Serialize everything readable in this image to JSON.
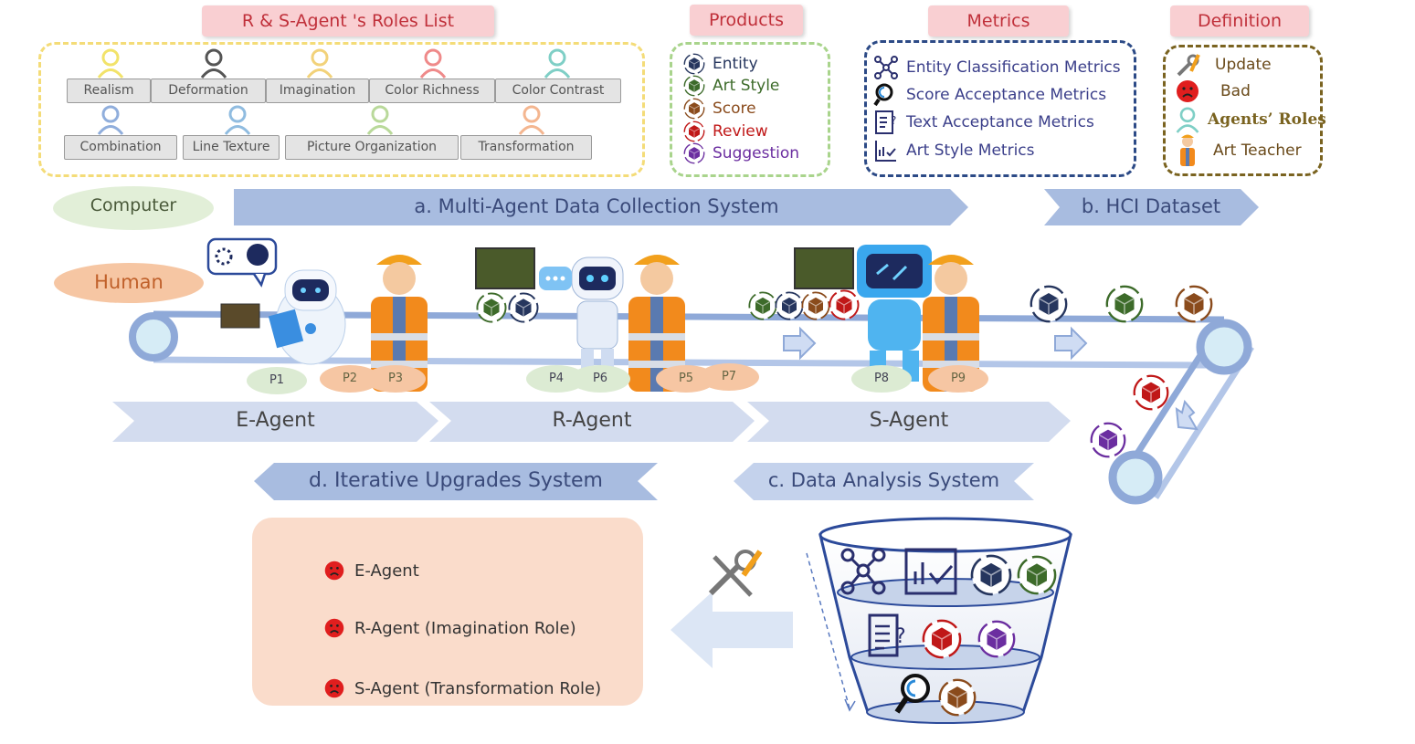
{
  "roles_panel": {
    "title": "R & S-Agent 's Roles List",
    "row1": [
      "Realism",
      "Deformation",
      "Imagination",
      "Color Richness",
      "Color Contrast"
    ],
    "row2": [
      "Combination",
      "Line Texture",
      "Picture Organization",
      "Transformation"
    ]
  },
  "products_panel": {
    "title": "Products",
    "items": [
      {
        "label": "Entity",
        "color": "#26365e"
      },
      {
        "label": "Art Style",
        "color": "#3d6b2a"
      },
      {
        "label": "Score",
        "color": "#8a4b1c"
      },
      {
        "label": "Review",
        "color": "#c01818"
      },
      {
        "label": "Suggestion",
        "color": "#6b2ea0"
      }
    ]
  },
  "metrics_panel": {
    "title": "Metrics",
    "items": [
      {
        "label": "Entity Classification Metrics",
        "icon": "network-icon"
      },
      {
        "label": "Score Acceptance Metrics",
        "icon": "magnifier-icon"
      },
      {
        "label": "Text Acceptance Metrics",
        "icon": "document-question-icon"
      },
      {
        "label": "Art Style Metrics",
        "icon": "chart-check-icon"
      }
    ]
  },
  "definition_panel": {
    "title": "Definition",
    "items": [
      {
        "label": "Update",
        "icon": "wrench-icon"
      },
      {
        "label": "Bad",
        "icon": "sad-face-icon"
      },
      {
        "label": "Agents’ Roles",
        "icon": "person-icon"
      },
      {
        "label": "Art Teacher",
        "icon": "teacher-icon"
      }
    ]
  },
  "lanes": {
    "computer": "Computer",
    "human": "Human"
  },
  "systems": {
    "a": "a. Multi-Agent Data Collection System",
    "b": "b. HCI Dataset",
    "c": "c. Data Analysis System",
    "d": "d. Iterative Upgrades System"
  },
  "agents": [
    "E-Agent",
    "R-Agent",
    "S-Agent"
  ],
  "ptags": [
    "P1",
    "P2",
    "P3",
    "P4",
    "P6",
    "P5",
    "P7",
    "P8",
    "P9"
  ],
  "upgrades": [
    "E-Agent",
    "R-Agent (Imagination Role)",
    "S-Agent (Transformation Role)"
  ],
  "colors": {
    "entity": "#26365e",
    "art_style": "#3d6b2a",
    "score": "#8a4b1c",
    "review": "#c01818",
    "suggestion": "#6b2ea0",
    "arrow_blue": "#a9bde0",
    "arrow_light": "#d6e0f2",
    "title_pink": "#f9cfd2"
  }
}
